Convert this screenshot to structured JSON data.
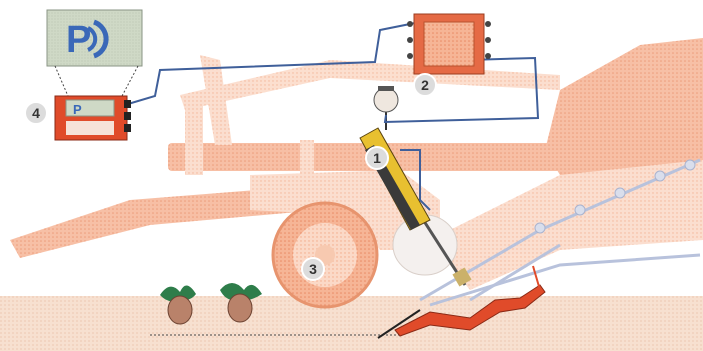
{
  "display": {
    "symbol": "P"
  },
  "callouts": [
    {
      "label": "1"
    },
    {
      "label": "2"
    },
    {
      "label": "3"
    },
    {
      "label": "4"
    }
  ],
  "colors": {
    "machine": "#f0a07a",
    "machine_dark": "#e8825a",
    "red_unit": "#e04b2a",
    "cable": "#3f5f9a",
    "ground": "#f3d2bd",
    "display_bg": "#c9d3c0",
    "display_logo": "#3a68b8",
    "sensor_yellow": "#e8c030"
  },
  "icons": {
    "sensor": "cylinder-sensor-icon",
    "valve": "valve-block-icon",
    "accumulator": "accumulator-icon",
    "controller": "control-box-icon",
    "plant": "sugar-beet-icon"
  }
}
